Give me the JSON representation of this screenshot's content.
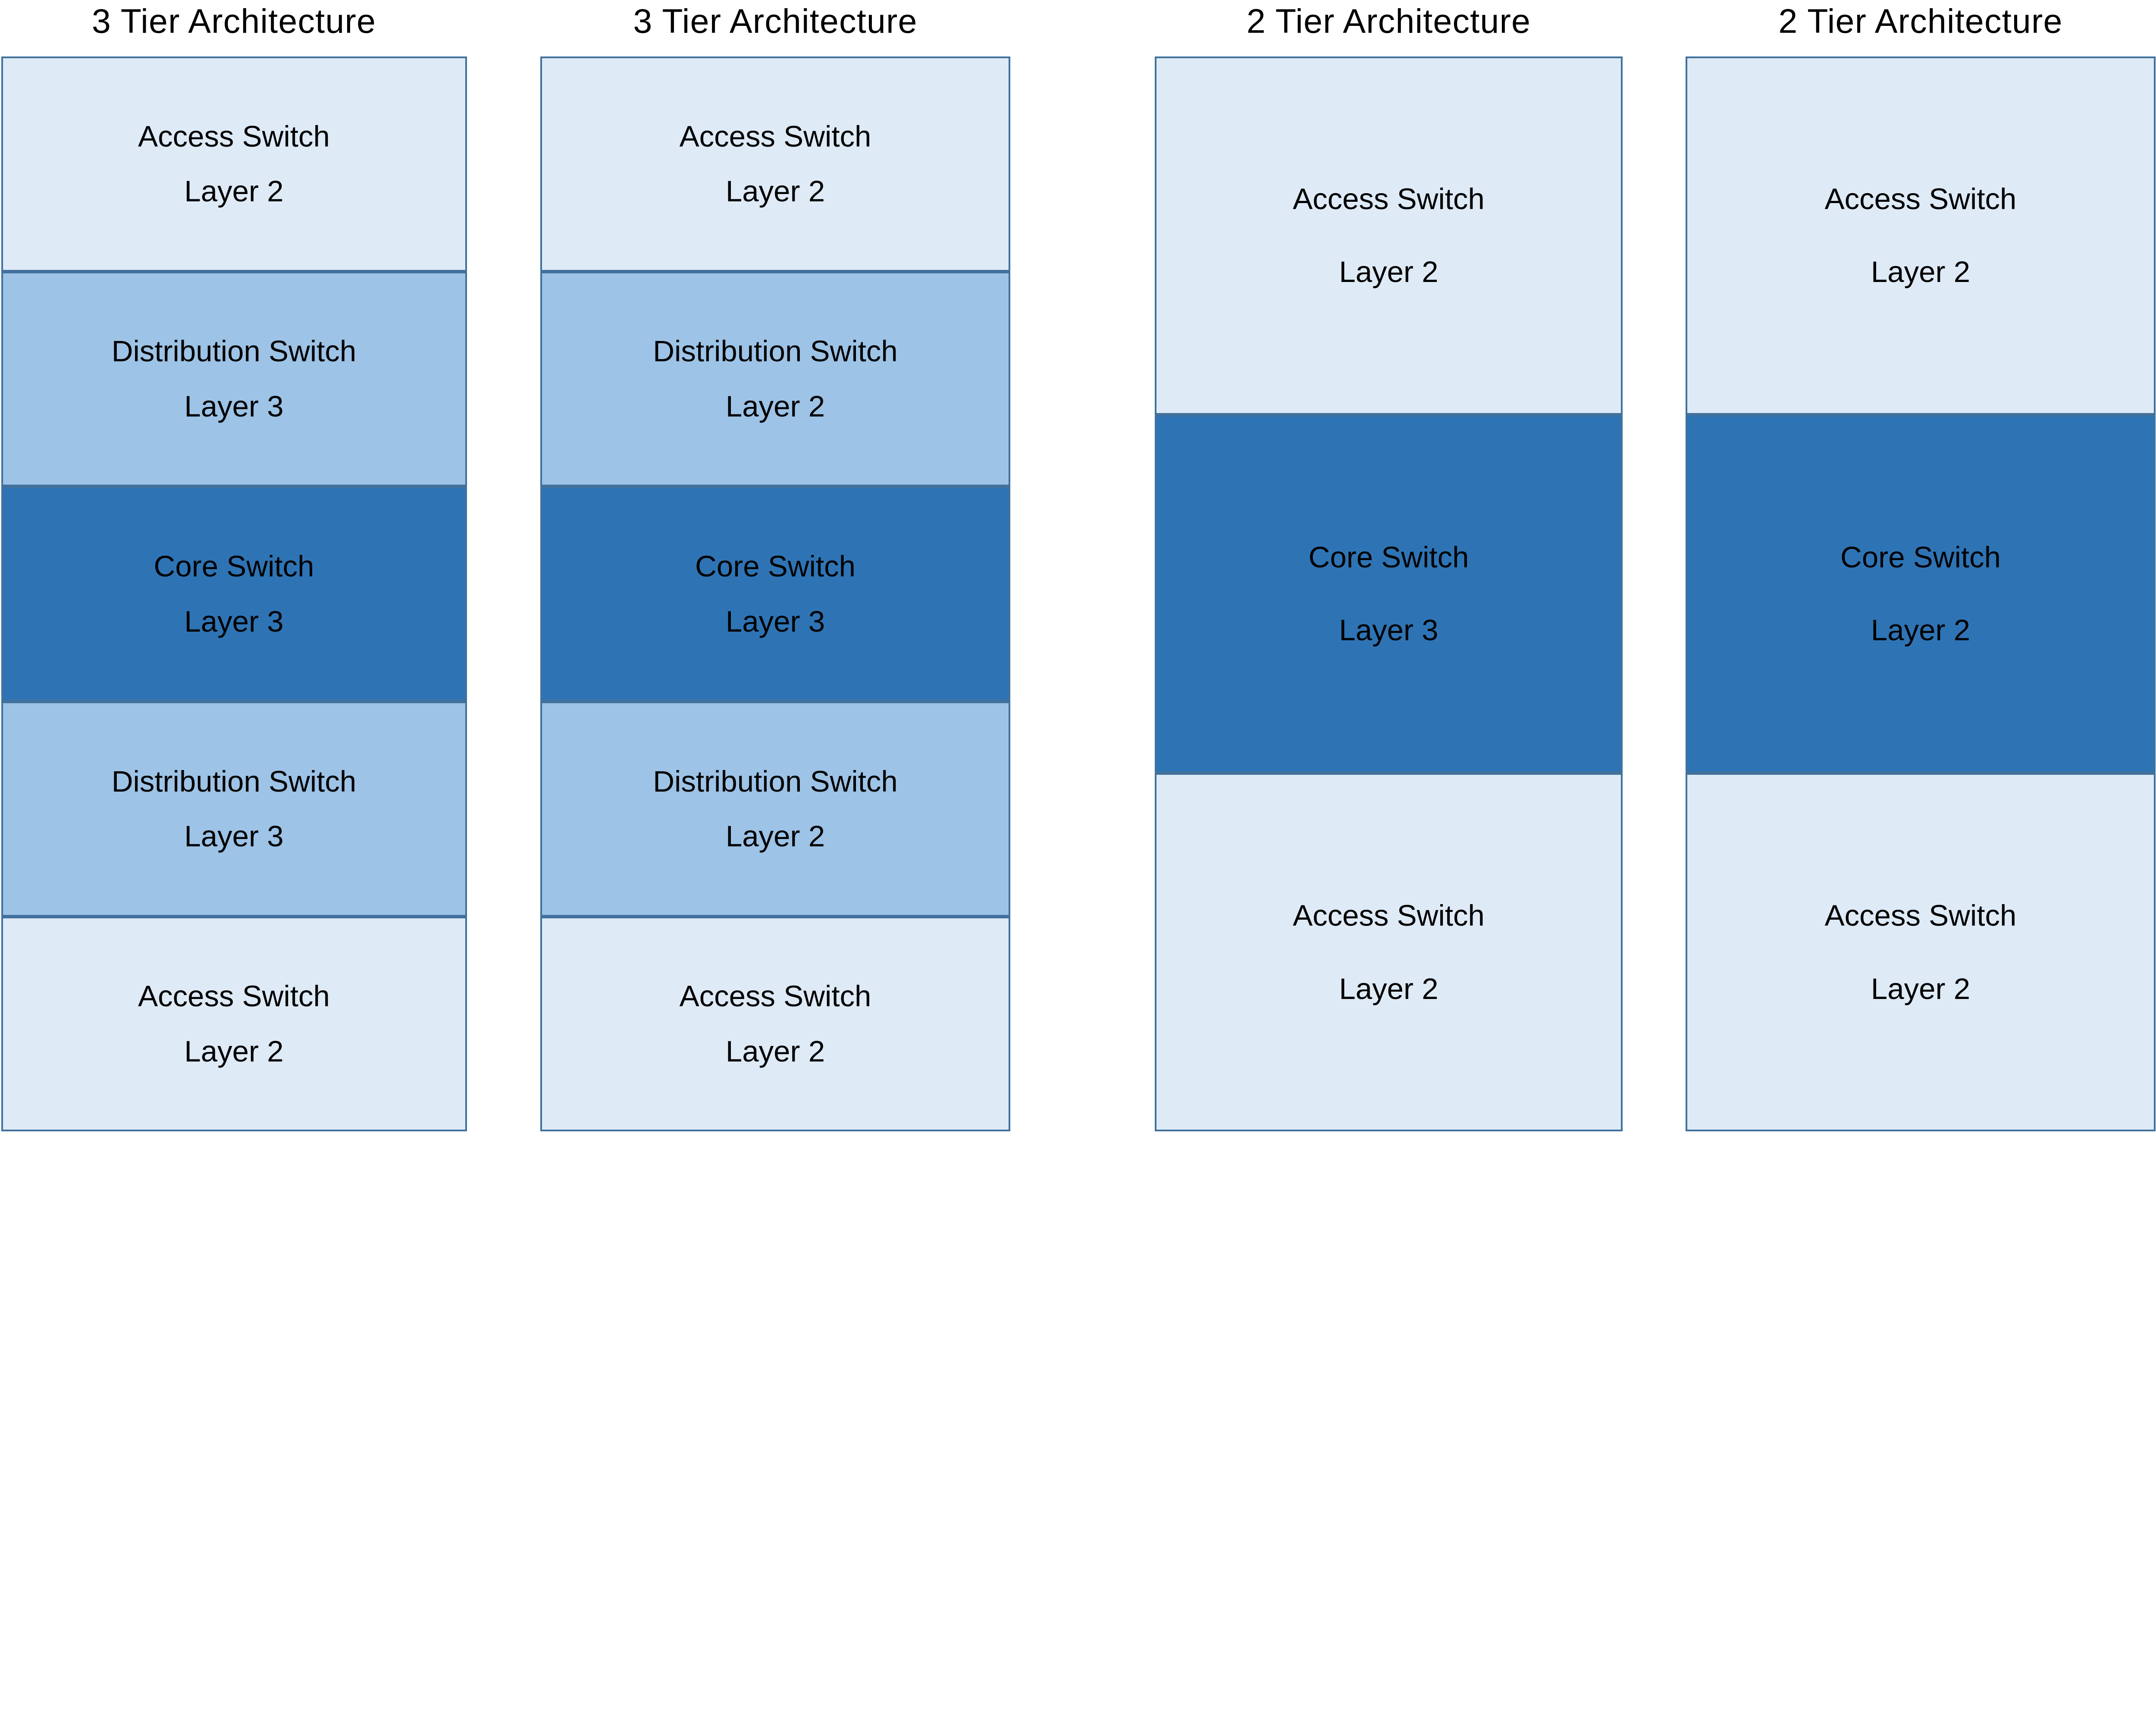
{
  "colors": {
    "background": "#FFFFFF",
    "text": "#000000",
    "access_fill": "#DEEAF6",
    "distribution_fill": "#9DC3E6",
    "core_fill": "#2E74B5",
    "border": "#41719C"
  },
  "columns": [
    {
      "title": "3 Tier Architecture",
      "boxes": [
        {
          "name": "Access Switch",
          "layer": "Layer 2",
          "type": "access"
        },
        {
          "name": "Distribution Switch",
          "layer": "Layer 3",
          "type": "distribution"
        },
        {
          "name": "Core Switch",
          "layer": "Layer 3",
          "type": "core"
        },
        {
          "name": "Distribution Switch",
          "layer": "Layer 3",
          "type": "distribution"
        },
        {
          "name": "Access Switch",
          "layer": "Layer 2",
          "type": "access"
        }
      ]
    },
    {
      "title": "3 Tier Architecture",
      "boxes": [
        {
          "name": "Access Switch",
          "layer": "Layer 2",
          "type": "access"
        },
        {
          "name": "Distribution Switch",
          "layer": "Layer 2",
          "type": "distribution"
        },
        {
          "name": "Core Switch",
          "layer": "Layer 3",
          "type": "core"
        },
        {
          "name": "Distribution Switch",
          "layer": "Layer 2",
          "type": "distribution"
        },
        {
          "name": "Access Switch",
          "layer": "Layer 2",
          "type": "access"
        }
      ]
    },
    {
      "title": "2 Tier Architecture",
      "boxes": [
        {
          "name": "Access Switch",
          "layer": "Layer 2",
          "type": "access"
        },
        {
          "name": "Core Switch",
          "layer": "Layer 3",
          "type": "core"
        },
        {
          "name": "Access Switch",
          "layer": "Layer 2",
          "type": "access"
        }
      ]
    },
    {
      "title": "2 Tier Architecture",
      "boxes": [
        {
          "name": "Access Switch",
          "layer": "Layer 2",
          "type": "access"
        },
        {
          "name": "Core Switch",
          "layer": "Layer 2",
          "type": "core"
        },
        {
          "name": "Access Switch",
          "layer": "Layer 2",
          "type": "access"
        }
      ]
    }
  ]
}
